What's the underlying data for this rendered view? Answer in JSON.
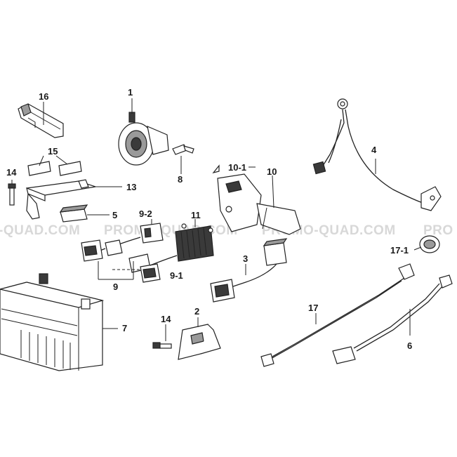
{
  "watermark": {
    "segments": [
      "-QUAD.COM",
      "PROMO-QUAD.COM",
      "PROMO-QUAD.COM",
      "PRO"
    ]
  },
  "callouts": {
    "c16": "16",
    "c1": "1",
    "c4": "4",
    "c15": "15",
    "c14a": "14",
    "c13": "13",
    "c8": "8",
    "c10_1": "10-1",
    "c10": "10",
    "c5": "5",
    "c9_2": "9-2",
    "c11": "11",
    "c17_1": "17-1",
    "c3": "3",
    "c9_1": "9-1",
    "c9": "9",
    "c7": "7",
    "c2": "2",
    "c14b": "14",
    "c17": "17",
    "c6": "6"
  }
}
